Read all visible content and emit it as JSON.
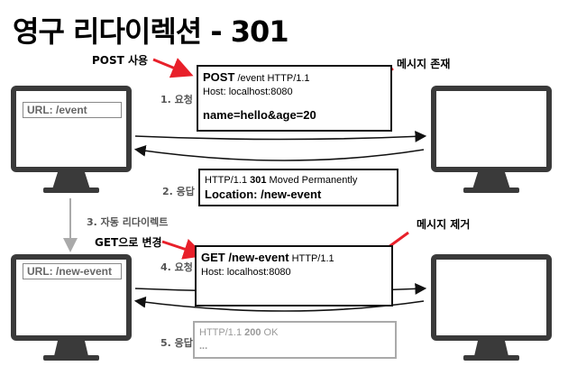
{
  "title": "영구 리다이렉션 - 301",
  "labels": {
    "post_use": "POST 사용",
    "message_exists": "메시지 존재",
    "get_change": "GET으로 변경",
    "message_removed": "메시지 제거",
    "step1": "1. 요청",
    "step2": "2. 응답",
    "step3": "3. 자동 리다이렉트",
    "step4": "4. 요청",
    "step5": "5. 응답"
  },
  "client_top": {
    "url": "URL: /event"
  },
  "client_bottom": {
    "url": "URL: /new-event"
  },
  "request1": {
    "method": "POST",
    "line_rest": " /event HTTP/1.1",
    "host": "Host: localhost:8080",
    "body": "name=hello&age=20"
  },
  "response1": {
    "prefix": "HTTP/1.1 ",
    "code": "301",
    "suffix": " Moved Permanently",
    "location": "Location: /new-event"
  },
  "request2": {
    "line_bold": "GET /new-event",
    "line_rest": " HTTP/1.1",
    "host": "Host: localhost:8080"
  },
  "response2": {
    "prefix": "HTTP/1.1 ",
    "code": "200",
    "suffix": " OK",
    "ellipsis": "..."
  },
  "colors": {
    "accent_red": "#e8202a",
    "monitor_grey": "#3a3a3a",
    "faded_grey": "#aaaaaa"
  }
}
